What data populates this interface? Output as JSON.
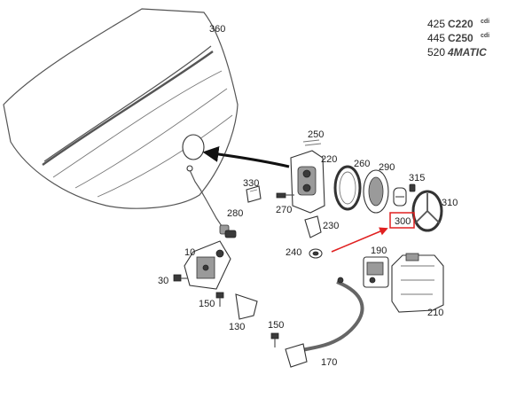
{
  "model_badges": [
    {
      "number": "425",
      "model": "C220",
      "suffix": "cdi"
    },
    {
      "number": "445",
      "model": "C250",
      "suffix": "cdi"
    },
    {
      "number": "520",
      "model": "4MATIC",
      "suffix": ""
    }
  ],
  "part_labels": {
    "p360": "360",
    "p250": "250",
    "p220": "220",
    "p260": "260",
    "p290": "290",
    "p315": "315",
    "p310": "310",
    "p300": "300",
    "p330": "330",
    "p270": "270",
    "p280": "280",
    "p230": "230",
    "p240": "240",
    "p190": "190",
    "p10": "10",
    "p30": "30",
    "p150a": "150",
    "p130": "130",
    "p150b": "150",
    "p210": "210",
    "p170": "170"
  },
  "highlight": {
    "label": "300",
    "box_color": "#e02020",
    "arrow_color": "#e02020"
  },
  "icons": {
    "install-arrow": "black-curved-arrow",
    "highlight-arrow": "red-arrow"
  }
}
